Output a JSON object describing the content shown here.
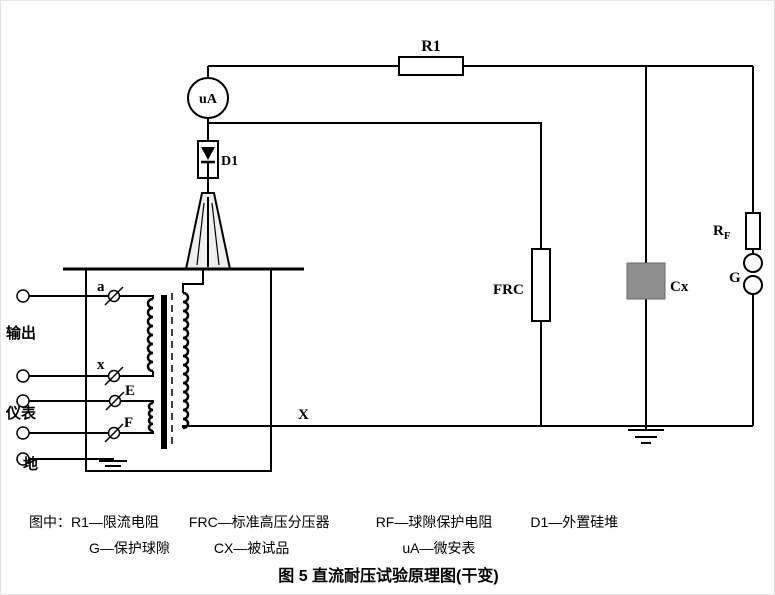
{
  "diagram": {
    "labels": {
      "r1": "R1",
      "ua": "uA",
      "d1": "D1",
      "frc": "FRC",
      "cx": "Cx",
      "rf_main": "R",
      "rf_sub": "F",
      "g": "G",
      "x_node": "X",
      "term_a": "a",
      "term_x": "x",
      "term_e": "E",
      "term_f": "F",
      "output": "输出",
      "meter": "仪表",
      "ground": "地"
    }
  },
  "legend": {
    "prefix": "图中：",
    "row1": [
      "R1—限流电阻",
      "FRC—标准高压分压器",
      "RF—球隙保护电阻",
      "D1—外置硅堆"
    ],
    "row2": [
      "G—保护球隙",
      "CX—被试品",
      "uA—微安表"
    ]
  },
  "caption": "图 5   直流耐压试验原理图(干变)"
}
